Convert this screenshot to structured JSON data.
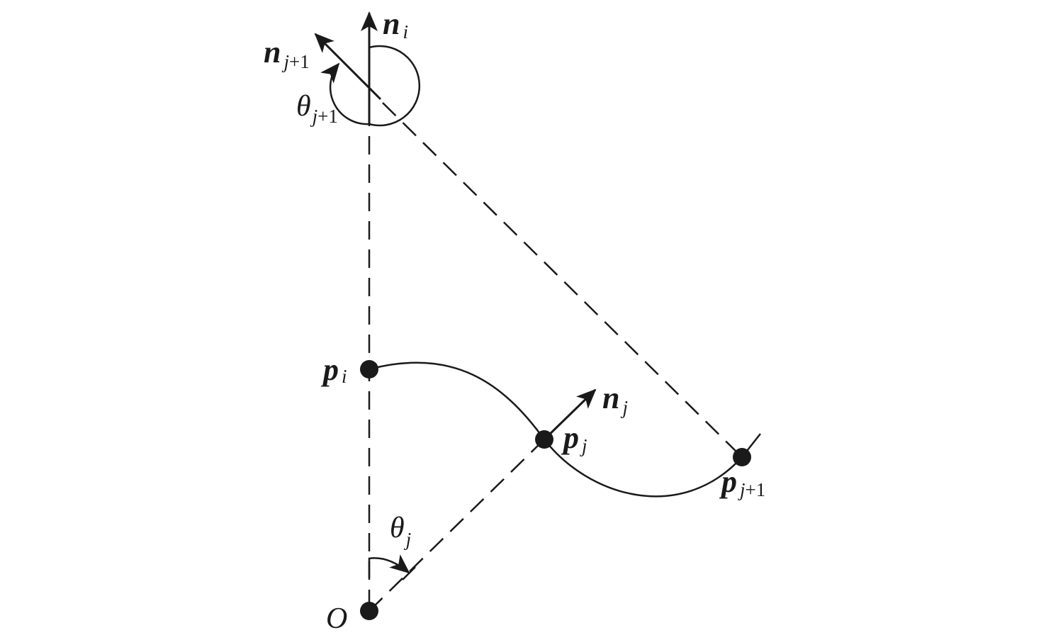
{
  "labels": {
    "n_i": {
      "base": "n",
      "sub": "i"
    },
    "n_j1": {
      "base": "n",
      "sub_var": "j",
      "sub_rest": "+1"
    },
    "theta_j1": {
      "base": "θ",
      "sub_var": "j",
      "sub_rest": "+1"
    },
    "p_i": {
      "base": "p",
      "sub": "i"
    },
    "n_j": {
      "base": "n",
      "sub": "j"
    },
    "p_j": {
      "base": "p",
      "sub": "j"
    },
    "p_j1": {
      "base": "p",
      "sub_var": "j",
      "sub_rest": "+1"
    },
    "theta_j": {
      "base": "θ",
      "sub": "j"
    },
    "origin": "O"
  },
  "colors": {
    "ink": "#1a1a1a",
    "background": "#ffffff"
  }
}
